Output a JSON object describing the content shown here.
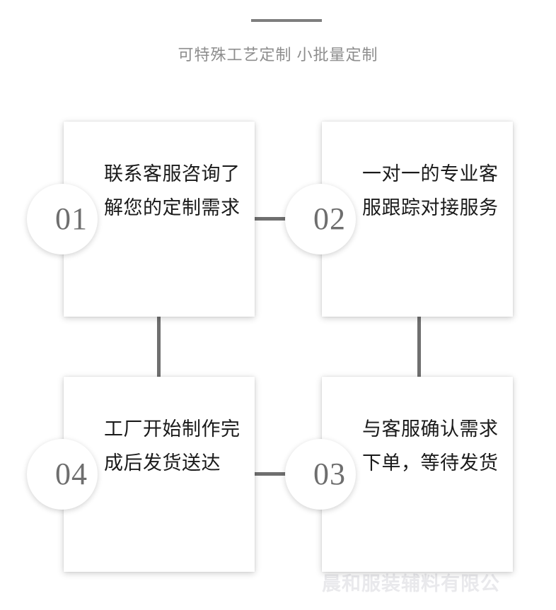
{
  "header": {
    "subtitle": "可特殊工艺定制 小批量定制",
    "divider_color": "#7e7e7e",
    "subtitle_color": "#8d8d8d"
  },
  "flow": {
    "connector_color": "#6f6f6f",
    "steps": [
      {
        "number": "01",
        "text": "联系客服咨询了解您的定制需求"
      },
      {
        "number": "02",
        "text": "一对一的专业客服跟踪对接服务"
      },
      {
        "number": "03",
        "text": "与客服确认需求下单，等待发货"
      },
      {
        "number": "04",
        "text": "工厂开始制作完成后发货送达"
      }
    ]
  },
  "watermark": {
    "text": "晨和服装辅料有限公"
  }
}
